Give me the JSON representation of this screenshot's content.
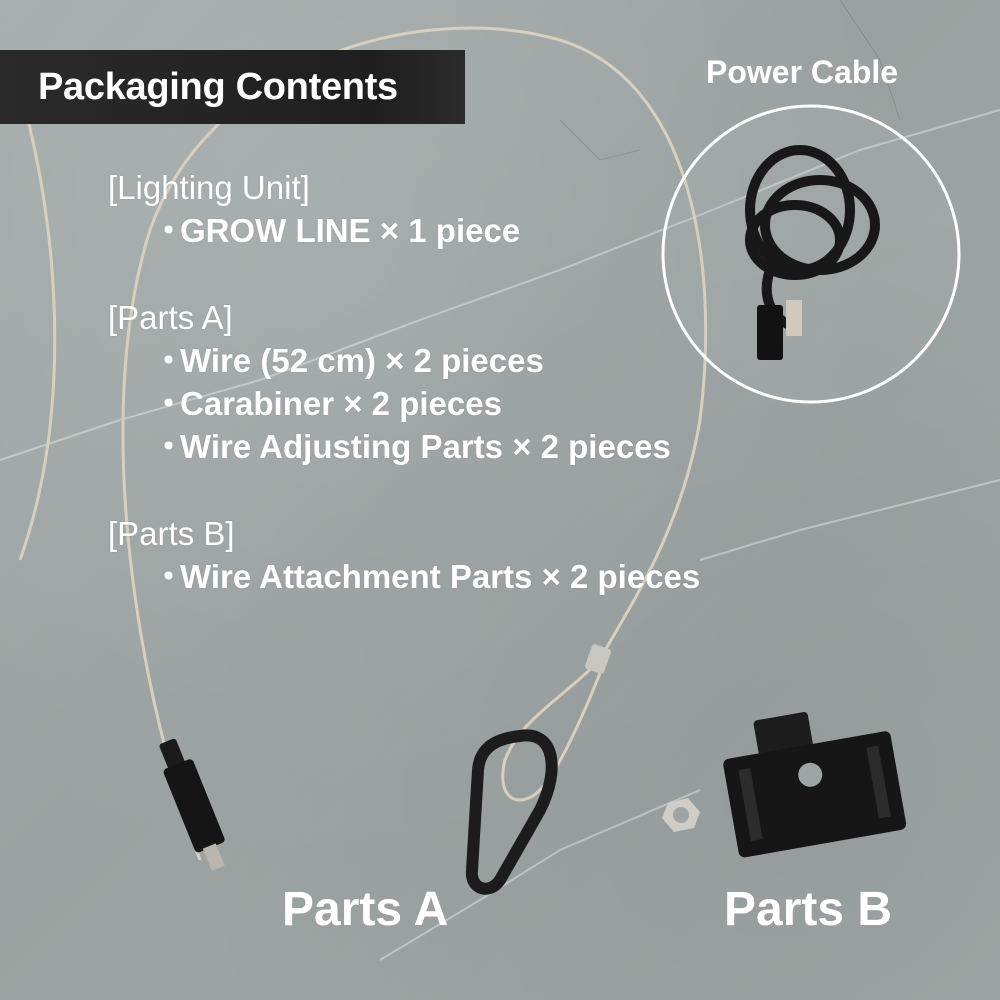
{
  "header": {
    "title": "Packaging Contents"
  },
  "power_cable": {
    "label": "Power Cable"
  },
  "sections": [
    {
      "heading": "[Lighting Unit]",
      "items": [
        {
          "bullet": "・",
          "text": "GROW LINE × 1 piece"
        }
      ]
    },
    {
      "heading": "[Parts A]",
      "items": [
        {
          "bullet": "・",
          "text": "Wire (52 cm) × 2 pieces"
        },
        {
          "bullet": "・",
          "text": "Carabiner × 2 pieces"
        },
        {
          "bullet": "・",
          "text": "Wire Adjusting Parts × 2 pieces"
        }
      ]
    },
    {
      "heading": "[Parts B]",
      "items": [
        {
          "bullet": "・",
          "text": "Wire Attachment Parts × 2 pieces"
        }
      ]
    }
  ],
  "photo_labels": {
    "parts_a": "Parts A",
    "parts_b": "Parts B"
  },
  "colors": {
    "background": "#9ea5a4",
    "title_bar": "#1f1f1f",
    "text": "#ffffff",
    "wire": "#d8d2c4",
    "object_black": "#1a1a1a"
  }
}
